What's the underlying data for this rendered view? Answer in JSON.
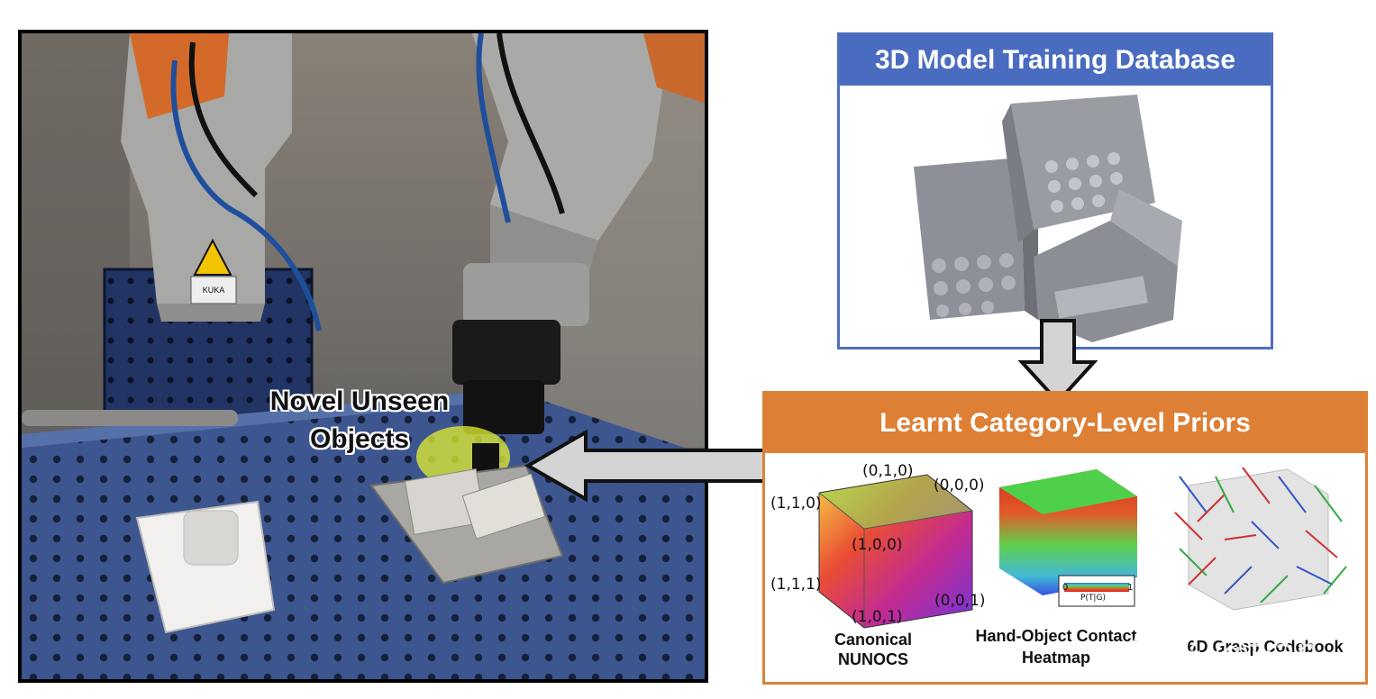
{
  "photo": {
    "label_lines": [
      "Novel Unseen",
      "Objects"
    ],
    "robot_badge": "KUKA"
  },
  "database": {
    "title": "3D Model Training Database"
  },
  "priors": {
    "title": "Learnt Category-Level Priors",
    "corners": {
      "c010": "(0,1,0)",
      "c000": "(0,0,0)",
      "c110": "(1,1,0)",
      "c100": "(1,0,0)",
      "c111": "(1,1,1)",
      "c001": "(0,0,1)",
      "c101": "(1,0,1)"
    },
    "captions": {
      "nunocs_1": "Canonical",
      "nunocs_2": "NUNOCS",
      "heat_1": "Hand-Object Contact",
      "heat_2": "Heatmap",
      "grasp": "6D Grasp Codebook"
    },
    "colorbar": {
      "min": "0",
      "max": "1",
      "label": "P(T|G)"
    }
  },
  "watermark": "知乎 @tian"
}
